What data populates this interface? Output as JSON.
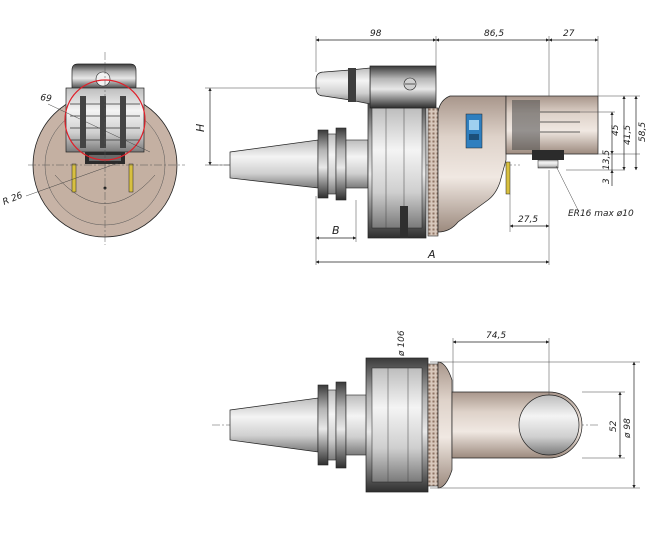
{
  "labels": {
    "phi69": "69",
    "r26": "R 26",
    "dim98": "98",
    "dim86_5": "86,5",
    "dim27": "27",
    "dimH": "H",
    "dim45": "45",
    "dim41_5": "41,5",
    "dim58_5": "58,5",
    "dim13_5": "13,5",
    "dim3": "3",
    "dim27_5": "27,5",
    "er16": "ER16  max  ø10",
    "dimB": "B",
    "dimA": "A",
    "phi106": "ø 106",
    "dim74_5": "74,5",
    "dim52": "52",
    "phi98": "ø 98"
  },
  "colors": {
    "line": "#222222",
    "housing": "#c7b3a6",
    "steel_light": "#f0f0f0",
    "steel_dark": "#5a5a5a",
    "marker": "#e0202a",
    "knurl": "#b8a090",
    "label_blue": "#2f7fbf"
  }
}
